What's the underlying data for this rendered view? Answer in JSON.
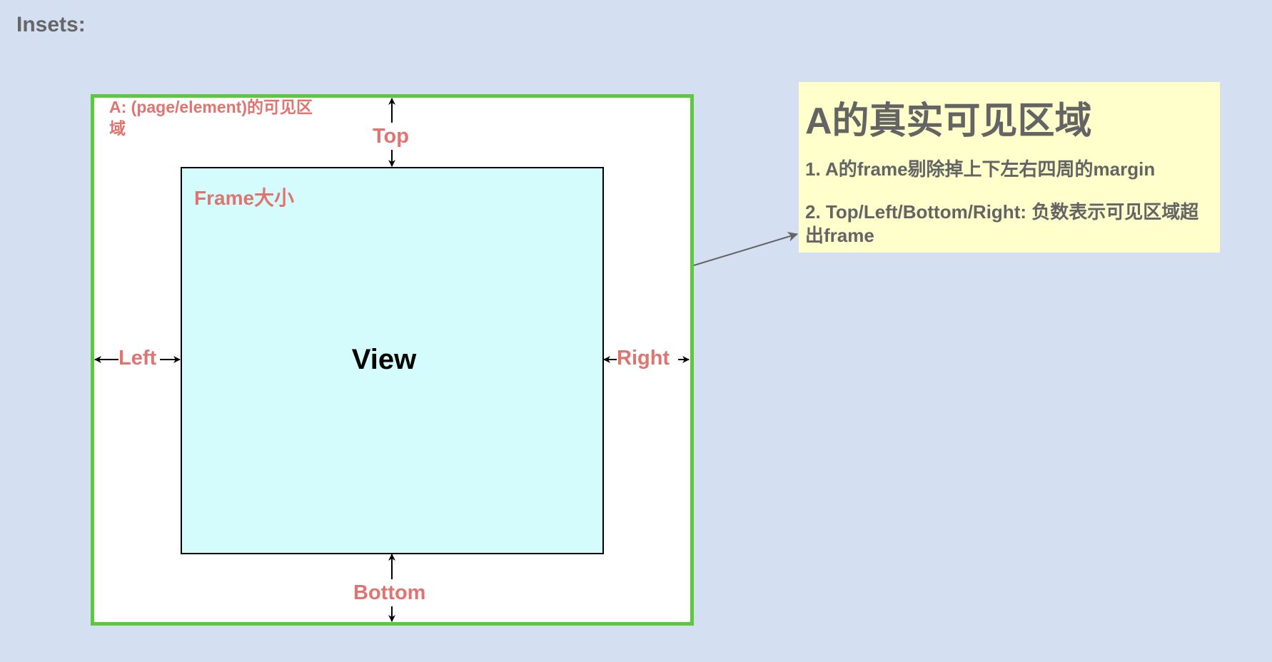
{
  "page": {
    "title": "Insets:"
  },
  "diagram": {
    "outer_label": "A: (page/element)的可见区域",
    "frame_label": "Frame大小",
    "view_label": "View",
    "insets": {
      "top": "Top",
      "left": "Left",
      "bottom": "Bottom",
      "right": "Right"
    }
  },
  "note": {
    "title": "A的真实可见区域",
    "lines": [
      "1. A的frame剔除掉上下左右四周的margin",
      "2. Top/Left/Bottom/Right: 负数表示可见区域超出frame"
    ]
  },
  "colors": {
    "background": "#d4e0f1",
    "outer_border": "#5cc83b",
    "frame_fill": "#d4fcfc",
    "label_red": "#e07470",
    "note_fill": "#ffffcc",
    "note_text": "#646464",
    "arrow": "#000000",
    "connector": "#646464"
  }
}
